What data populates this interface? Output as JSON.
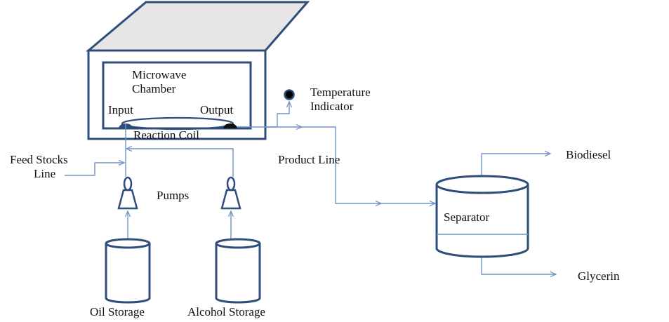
{
  "title": "Microwave-assisted biodiesel production process flow",
  "colors": {
    "equipment_stroke": "#2e4d7a",
    "line_stroke": "#6f93c7",
    "lid_fill": "#e6e6e6",
    "indicator_fill": "#000000"
  },
  "labels": {
    "chamber_line1": "Microwave",
    "chamber_line2": "Chamber",
    "input": "Input",
    "output": "Output",
    "reaction_coil": "Reaction Coil",
    "temperature_line1": "Temperature",
    "temperature_line2": "Indicator",
    "feed_line1": "Feed Stocks",
    "feed_line2": "Line",
    "pumps": "Pumps",
    "product_line": "Product Line",
    "separator": "Separator",
    "biodiesel": "Biodiesel",
    "glycerin": "Glycerin",
    "oil_storage": "Oil Storage",
    "alcohol_storage": "Alcohol Storage"
  }
}
